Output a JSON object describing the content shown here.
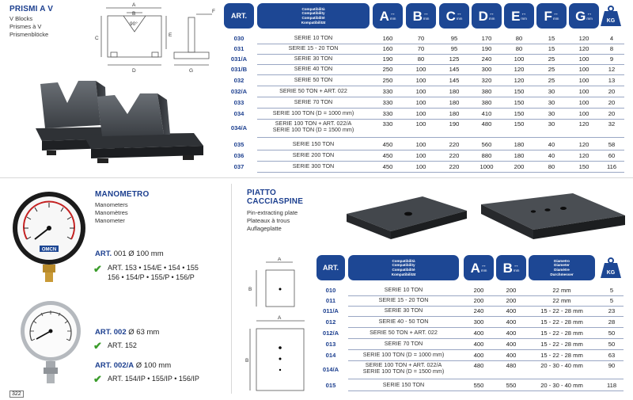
{
  "vblocks": {
    "title": "PRISMI A V",
    "subtitles": [
      "V Blocks",
      "Prismes à V",
      "Prismenblöcke"
    ],
    "drawing_labels": {
      "A": "A",
      "B": "B",
      "C": "C",
      "D": "D",
      "E": "E",
      "F": "F",
      "G": "G",
      "angle": "90°"
    },
    "headers": {
      "art": "ART.",
      "compat": [
        "Compatibilità",
        "Compatibility",
        "Compatibilité",
        "Kompatibilität"
      ],
      "dims": [
        "A",
        "B",
        "C",
        "D",
        "E",
        "F",
        "G"
      ],
      "unit": "mm",
      "weight": "KG"
    },
    "rows": [
      {
        "art": "030",
        "serie": "SERIE 10 TON",
        "A": "160",
        "B": "70",
        "C": "95",
        "D": "170",
        "E": "80",
        "F": "15",
        "G": "120",
        "kg": "4"
      },
      {
        "art": "031",
        "serie": "SERIE 15 - 20 TON",
        "A": "160",
        "B": "70",
        "C": "95",
        "D": "190",
        "E": "80",
        "F": "15",
        "G": "120",
        "kg": "8"
      },
      {
        "art": "031/A",
        "serie": "SERIE 30 TON",
        "A": "190",
        "B": "80",
        "C": "125",
        "D": "240",
        "E": "100",
        "F": "25",
        "G": "100",
        "kg": "9"
      },
      {
        "art": "031/B",
        "serie": "SERIE 40 TON",
        "A": "250",
        "B": "100",
        "C": "145",
        "D": "300",
        "E": "120",
        "F": "25",
        "G": "100",
        "kg": "12"
      },
      {
        "art": "032",
        "serie": "SERIE 50 TON",
        "A": "250",
        "B": "100",
        "C": "145",
        "D": "320",
        "E": "120",
        "F": "25",
        "G": "100",
        "kg": "13"
      },
      {
        "art": "032/A",
        "serie": "SERIE 50 TON + ART. 022",
        "A": "330",
        "B": "100",
        "C": "180",
        "D": "380",
        "E": "150",
        "F": "30",
        "G": "100",
        "kg": "20"
      },
      {
        "art": "033",
        "serie": "SERIE 70 TON",
        "A": "330",
        "B": "100",
        "C": "180",
        "D": "380",
        "E": "150",
        "F": "30",
        "G": "100",
        "kg": "20"
      },
      {
        "art": "034",
        "serie": "SERIE 100 TON (D = 1000 mm)",
        "A": "330",
        "B": "100",
        "C": "180",
        "D": "410",
        "E": "150",
        "F": "30",
        "G": "100",
        "kg": "20"
      },
      {
        "art": "034/A",
        "serie": "SERIE 100 TON + ART. 022/A\nSERIE 100 TON (D = 1500 mm)",
        "A": "330",
        "B": "100",
        "C": "190",
        "D": "480",
        "E": "150",
        "F": "30",
        "G": "120",
        "kg": "32"
      },
      {
        "art": "035",
        "serie": "SERIE 150 TON",
        "A": "450",
        "B": "100",
        "C": "220",
        "D": "560",
        "E": "180",
        "F": "40",
        "G": "120",
        "kg": "58"
      },
      {
        "art": "036",
        "serie": "SERIE 200 TON",
        "A": "450",
        "B": "100",
        "C": "220",
        "D": "880",
        "E": "180",
        "F": "40",
        "G": "120",
        "kg": "60"
      },
      {
        "art": "037",
        "serie": "SERIE 300 TON",
        "A": "450",
        "B": "100",
        "C": "220",
        "D": "1000",
        "E": "200",
        "F": "80",
        "G": "150",
        "kg": "116"
      }
    ]
  },
  "manometro": {
    "title": "MANOMETRO",
    "subtitles": [
      "Manometers",
      "Manomètres",
      "Manometer"
    ],
    "gauge1_brand": "OMCN",
    "items": [
      {
        "art_label": "ART.",
        "art_num": "001",
        "spec": "Ø 100 mm",
        "compat": "ART. 153 • 154/E • 154 • 155\n156 • 154/P • 155/P • 156/P"
      },
      {
        "art_label": "ART.",
        "art_num": "002",
        "spec": "Ø 63 mm",
        "compat": "ART. 152"
      },
      {
        "art_label": "ART.",
        "art_num": "002/A",
        "spec": "Ø 100 mm",
        "compat": "ART. 154/IP • 155/IP • 156/IP"
      }
    ],
    "page_number": "322"
  },
  "piatto": {
    "title_lines": [
      "PIATTO",
      "CACCIASPINE"
    ],
    "subtitles": [
      "Pin-extracting plate",
      "Plateaux à trous",
      "Auflageplatte"
    ],
    "drawing_labels": {
      "A": "A",
      "B": "B"
    },
    "headers": {
      "art": "ART.",
      "compat": [
        "Compatibilità",
        "Compatibility",
        "Compatibilité",
        "Kompatibilität"
      ],
      "dims": [
        "A",
        "B"
      ],
      "unit": "mm",
      "diam": [
        "Diametro",
        "Diameter",
        "Diamètre",
        "Durchmesser"
      ],
      "weight": "KG"
    },
    "rows": [
      {
        "art": "010",
        "serie": "SERIE 10 TON",
        "A": "200",
        "B": "200",
        "d": "22 mm",
        "kg": "5"
      },
      {
        "art": "011",
        "serie": "SERIE 15 - 20 TON",
        "A": "200",
        "B": "200",
        "d": "22 mm",
        "kg": "5"
      },
      {
        "art": "011/A",
        "serie": "SERIE 30 TON",
        "A": "240",
        "B": "400",
        "d": "15 - 22 - 28 mm",
        "kg": "23"
      },
      {
        "art": "012",
        "serie": "SERIE 40 - 50 TON",
        "A": "300",
        "B": "400",
        "d": "15 - 22 - 28 mm",
        "kg": "28"
      },
      {
        "art": "012/A",
        "serie": "SERIE 50 TON + ART. 022",
        "A": "400",
        "B": "400",
        "d": "15 - 22 - 28 mm",
        "kg": "50"
      },
      {
        "art": "013",
        "serie": "SERIE 70 TON",
        "A": "400",
        "B": "400",
        "d": "15 - 22 - 28 mm",
        "kg": "50"
      },
      {
        "art": "014",
        "serie": "SERIE 100 TON (D = 1000 mm)",
        "A": "400",
        "B": "400",
        "d": "15 - 22 - 28 mm",
        "kg": "63"
      },
      {
        "art": "014/A",
        "serie": "SERIE 100 TON + ART. 022/A\nSERIE 100 TON (D = 1500 mm)",
        "A": "480",
        "B": "480",
        "d": "20 - 30 - 40 mm",
        "kg": "90"
      },
      {
        "art": "015",
        "serie": "SERIE 150 TON",
        "A": "550",
        "B": "550",
        "d": "20 - 30 - 40 mm",
        "kg": "118"
      }
    ]
  }
}
